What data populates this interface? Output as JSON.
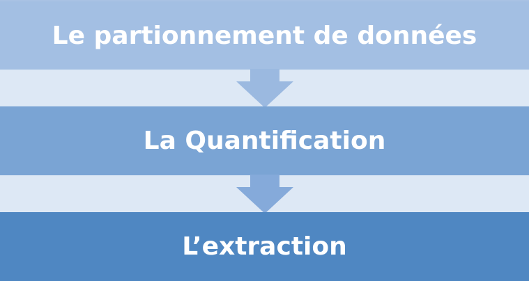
{
  "steps": [
    {
      "label": "Le partionnement de données",
      "color": "#a3bfe3"
    },
    {
      "label": "La Quantification",
      "color": "#7aa4d4"
    },
    {
      "label": "L’extraction",
      "color": "#4f87c2"
    }
  ],
  "arrows": [
    {
      "color": "#9bb9e0"
    },
    {
      "color": "#85aada"
    }
  ]
}
